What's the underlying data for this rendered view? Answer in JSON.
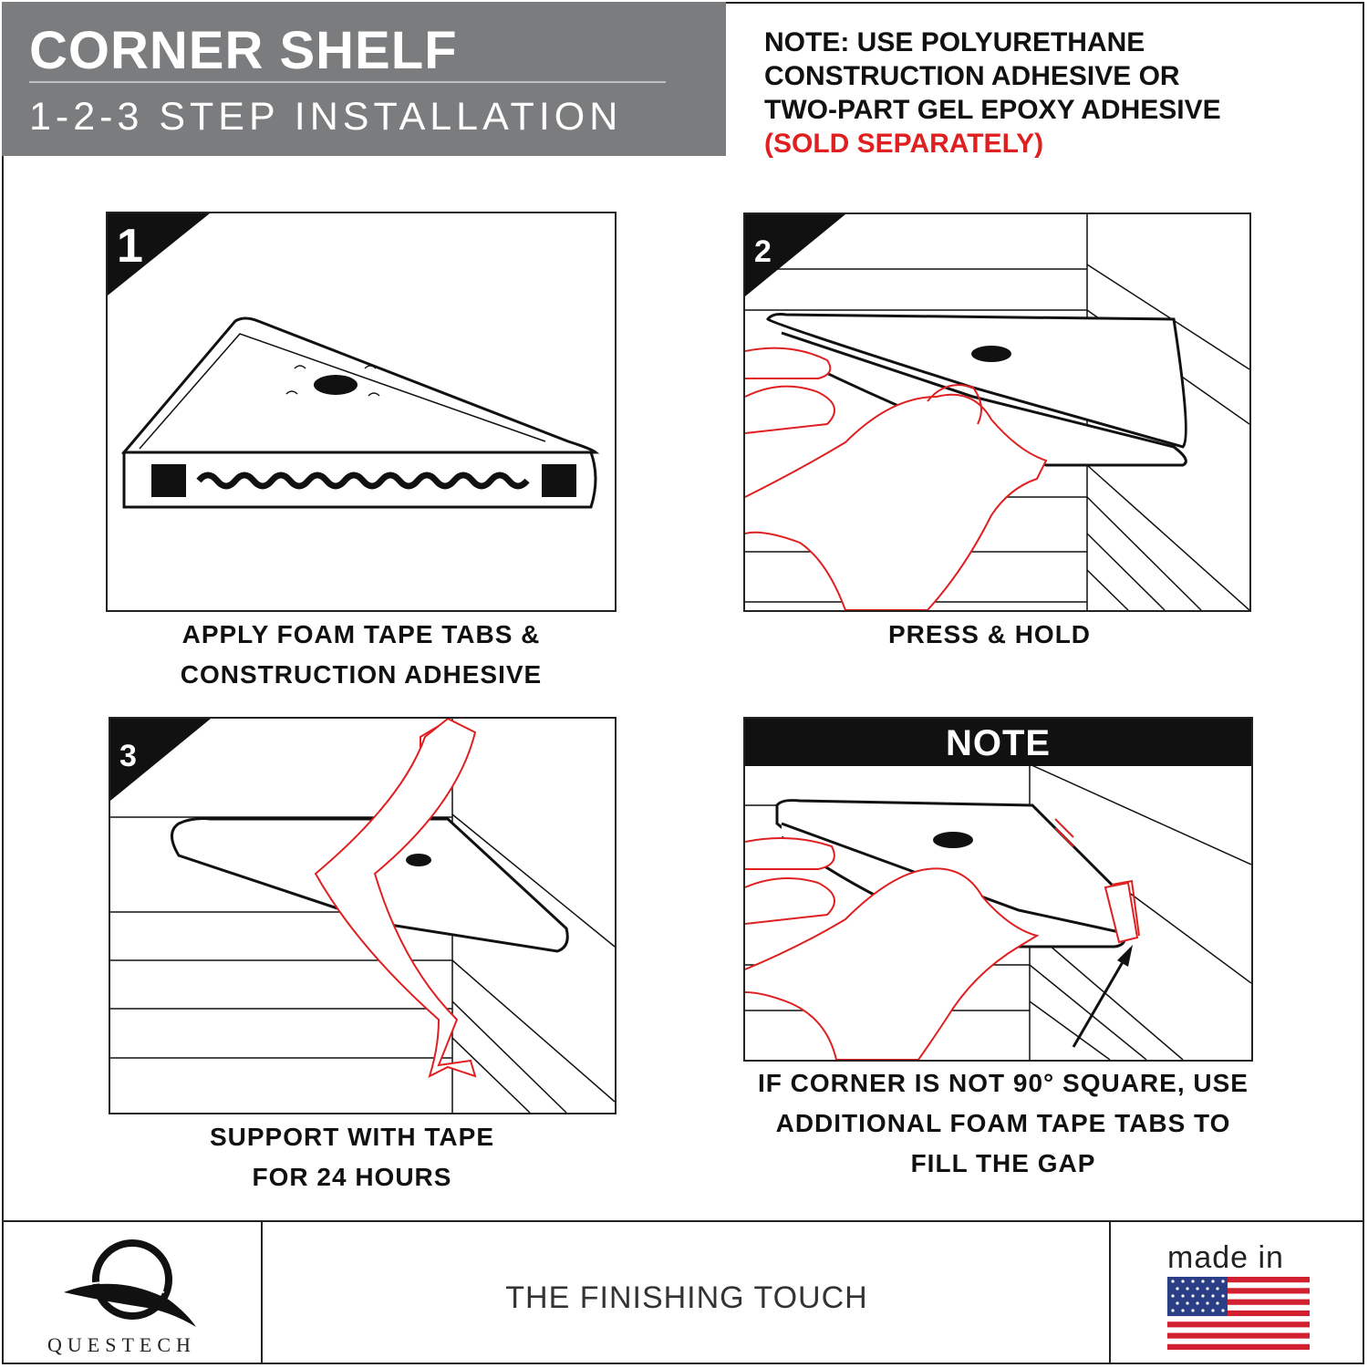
{
  "header": {
    "title": "CORNER SHELF",
    "subtitle": "1-2-3 STEP INSTALLATION"
  },
  "note": {
    "label": "NOTE:",
    "text_line1": "USE POLYURETHANE",
    "text_line2": "CONSTRUCTION ADHESIVE OR",
    "text_line3": "TWO-PART GEL EPOXY ADHESIVE",
    "sold_separately": "(SOLD SEPARATELY)"
  },
  "steps": [
    {
      "number": "1",
      "caption_line1": "APPLY FOAM TAPE TABS &",
      "caption_line2": "CONSTRUCTION ADHESIVE"
    },
    {
      "number": "2",
      "caption_line1": "PRESS & HOLD"
    },
    {
      "number": "3",
      "caption_line1": "SUPPORT WITH TAPE",
      "caption_line2": "FOR 24 HOURS"
    }
  ],
  "note_panel": {
    "heading": "NOTE",
    "caption_line1": "IF CORNER IS NOT 90° SQUARE, USE",
    "caption_line2": "ADDITIONAL FOAM TAPE TABS TO",
    "caption_line3": "FILL THE GAP"
  },
  "footer": {
    "brand": "QUESTECH",
    "tagline": "THE FINISHING TOUCH",
    "made_in": "made in"
  },
  "colors": {
    "header_bg": "#7b7c7e",
    "accent_red": "#e02020",
    "ink": "#111111"
  }
}
